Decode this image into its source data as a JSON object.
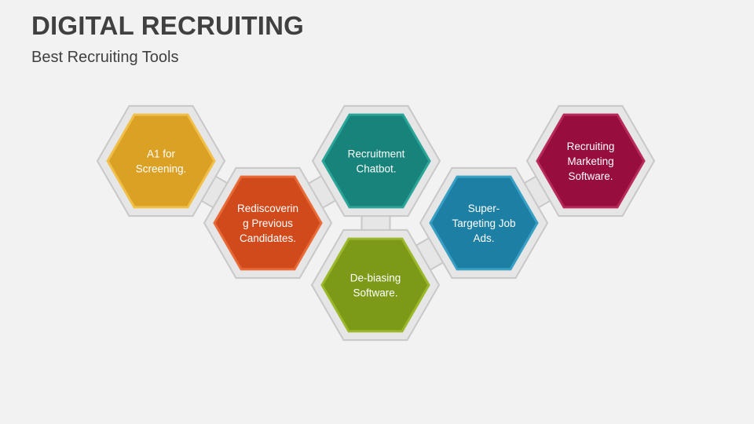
{
  "header": {
    "title": "DIGITAL RECRUITING",
    "subtitle": "Best Recruiting Tools"
  },
  "colors": {
    "background": "#f2f2f2",
    "frame": "#e6e6e6",
    "frame_stroke": "#c8c8c8"
  },
  "hexagons": [
    {
      "lines": [
        "A1 for",
        "Screening."
      ],
      "color": "#dba125",
      "border": "#f0c04a"
    },
    {
      "lines": [
        "Rediscoverin",
        "g Previous",
        "Candidates."
      ],
      "color": "#d04a1c",
      "border": "#e86a36"
    },
    {
      "lines": [
        "Recruitment",
        "Chatbot."
      ],
      "color": "#17837a",
      "border": "#2aa598"
    },
    {
      "lines": [
        "De-biasing",
        "Software."
      ],
      "color": "#7c9a18",
      "border": "#9ab82a"
    },
    {
      "lines": [
        "Super-",
        "Targeting Job",
        "Ads."
      ],
      "color": "#1d7fa3",
      "border": "#3a9fc4"
    },
    {
      "lines": [
        "Recruiting",
        "Marketing",
        "Software."
      ],
      "color": "#960d3e",
      "border": "#b82a5a"
    }
  ]
}
